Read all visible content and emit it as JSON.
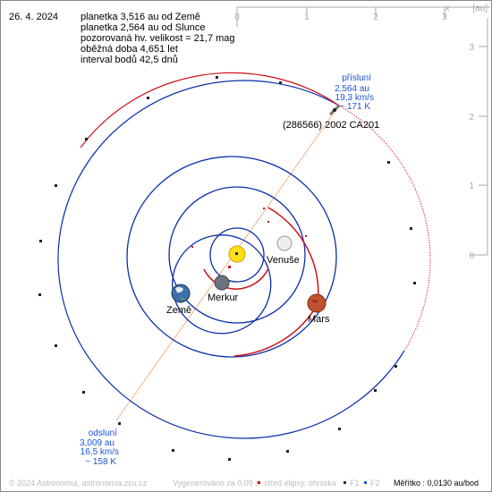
{
  "header": {
    "date": "26. 4. 2024",
    "lines": [
      "planetka 3,516 au od Země",
      "planetka 2,564 au od Slunce",
      "pozorovaná hv. velikost = 21,7 mag",
      "oběžná doba 4,651 let",
      "interval bodů 42,5 dnů"
    ]
  },
  "axes": {
    "top_labels": [
      "0",
      "1",
      "2",
      "3"
    ],
    "side_labels": [
      "3",
      "2",
      "1",
      "0"
    ],
    "x_letter": "x",
    "unit": "[au]"
  },
  "asteroid": {
    "name": "(286566) 2002 CA201"
  },
  "perihelion": {
    "title": "přísluní",
    "dist": "2,564 au",
    "speed": "19,3 km/s",
    "temp": "~ 171 K"
  },
  "aphelion": {
    "title": "odsluní",
    "dist": "3,009 au",
    "speed": "16,5 km/s",
    "temp": "~ 158 K"
  },
  "planets": [
    {
      "name": "Venuše",
      "color": "#e6e6e6"
    },
    {
      "name": "Merkur",
      "color": "#667788"
    },
    {
      "name": "Země",
      "color": "#3a6fb0"
    },
    {
      "name": "Mars",
      "color": "#c0522f"
    }
  ],
  "footer": {
    "copyright": "© 2024 Astronomia, astronomia.zcu.cz",
    "generated": "Vygenerováno za 0,09 s",
    "legend_center": "střed elipsy, ohniska",
    "f1": "F1",
    "f2": "F2",
    "scale": "Měřítko : 0,0130 au/bod"
  },
  "colors": {
    "orbit_blue": "#0a2ea8",
    "orbit_red": "#d0101a",
    "text_blue": "#1a55d6",
    "axis_gray": "#aaaaaa"
  }
}
